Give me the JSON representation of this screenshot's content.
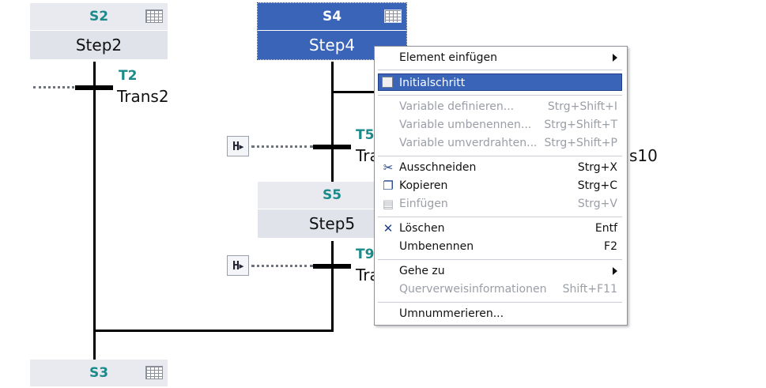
{
  "steps": [
    {
      "id": "S2",
      "name": "Step2"
    },
    {
      "id": "S4",
      "name": "Step4"
    },
    {
      "id": "S5",
      "name": "Step5"
    },
    {
      "id": "S3",
      "name": ""
    }
  ],
  "transitions": [
    {
      "id": "T2",
      "name": "Trans2"
    },
    {
      "id": "T5",
      "name": "Tra"
    },
    {
      "id": "T9",
      "name": "Tra"
    }
  ],
  "partial_label": "s10",
  "action_icon_text": "H▸",
  "context_menu": {
    "items": [
      {
        "label": "Element einfügen",
        "submenu": true
      },
      {
        "label": "Initialschritt",
        "highlighted": true
      },
      {
        "label": "Variable definieren...",
        "shortcut": "Strg+Shift+I",
        "disabled": true
      },
      {
        "label": "Variable umbenennen...",
        "shortcut": "Strg+Shift+T",
        "disabled": true
      },
      {
        "label": "Variable umverdrahten...",
        "shortcut": "Strg+Shift+P",
        "disabled": true
      },
      {
        "label": "Ausschneiden",
        "shortcut": "Strg+X",
        "icon": "scissors-icon"
      },
      {
        "label": "Kopieren",
        "shortcut": "Strg+C",
        "icon": "copy-icon"
      },
      {
        "label": "Einfügen",
        "shortcut": "Strg+V",
        "disabled": true,
        "icon": "paste-icon"
      },
      {
        "label": "Löschen",
        "shortcut": "Entf",
        "icon": "delete-icon"
      },
      {
        "label": "Umbenennen",
        "shortcut": "F2"
      },
      {
        "label": "Gehe zu",
        "submenu": true
      },
      {
        "label": "Querverweisinformationen",
        "shortcut": "Shift+F11",
        "disabled": true
      },
      {
        "label": "Umnummerieren..."
      }
    ]
  },
  "colors": {
    "selection": "#3a64b8",
    "step_bg": "#e8eaf0",
    "teal_label": "#1a8a8a",
    "disabled_text": "#9a9ea6"
  }
}
